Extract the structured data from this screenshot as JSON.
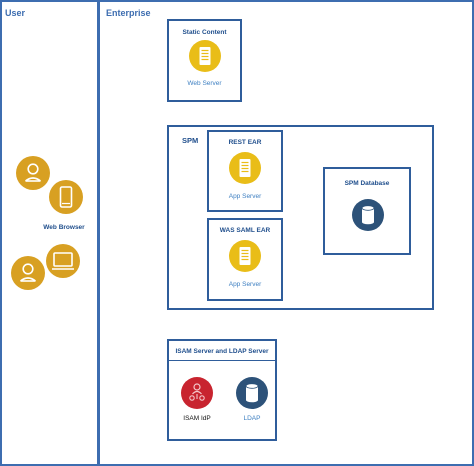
{
  "lanes": {
    "user": {
      "title": "User"
    },
    "enterprise": {
      "title": "Enterprise"
    }
  },
  "static_content": {
    "title": "Static Content",
    "caption": "Web Server"
  },
  "spm": {
    "title": "SPM"
  },
  "rest_ear": {
    "title": "REST EAR",
    "caption": "App Server"
  },
  "was_saml_ear": {
    "title": "WAS SAML EAR",
    "caption": "App Server"
  },
  "spm_database": {
    "title": "SPM Database"
  },
  "isam_group": {
    "title": "ISAM Server and LDAP Server"
  },
  "isam_idp": {
    "caption": "ISAM IdP"
  },
  "ldap": {
    "caption": "LDAP"
  },
  "web_browser": {
    "caption": "Web Browser"
  },
  "colors": {
    "lane_border": "#3d6db0",
    "box_border": "#2f5d9b",
    "gold": "#d8a022",
    "yellow": "#e9bd18",
    "navy": "#2d5279",
    "red": "#c8242f"
  }
}
